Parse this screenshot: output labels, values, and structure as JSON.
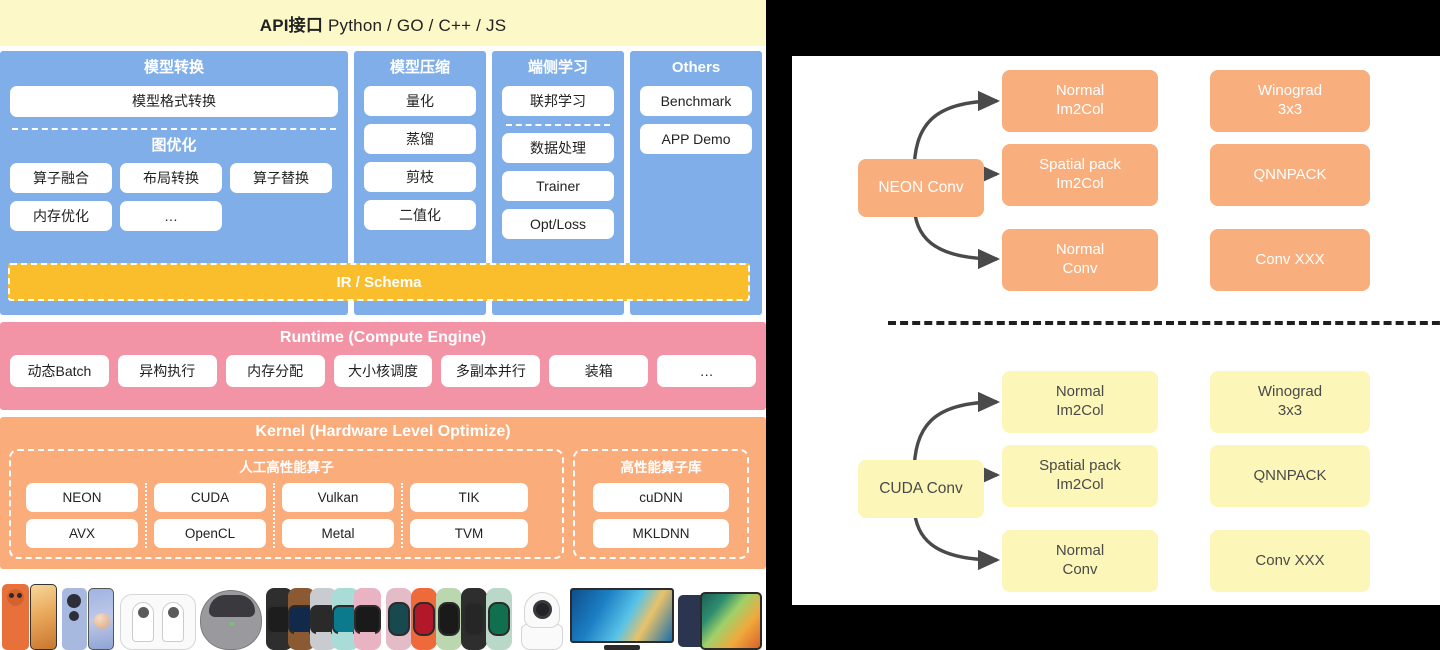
{
  "left": {
    "api_band": {
      "title_bold": "API接口",
      "title_rest": " Python / GO / C++ / JS"
    },
    "columns": [
      {
        "title": "模型转换",
        "primary": "模型格式转换",
        "subtitle": "图优化",
        "items": [
          "算子融合",
          "布局转换",
          "算子替换",
          "内存优化",
          "…"
        ]
      },
      {
        "title": "模型压缩",
        "items": [
          "量化",
          "蒸馏",
          "剪枝",
          "二值化"
        ]
      },
      {
        "title": "端侧学习",
        "first": "联邦学习",
        "items": [
          "数据处理",
          "Trainer",
          "Opt/Loss"
        ]
      },
      {
        "title": "Others",
        "items": [
          "Benchmark",
          "APP Demo"
        ]
      }
    ],
    "ir_bar": "IR / Schema",
    "runtime": {
      "title": "Runtime (Compute Engine)",
      "items": [
        "动态Batch",
        "异构执行",
        "内存分配",
        "大小核调度",
        "多副本并行",
        "装箱",
        "…"
      ]
    },
    "kernel": {
      "title": "Kernel (Hardware Level Optimize)",
      "manual": {
        "title": "人工高性能算子",
        "groups": [
          [
            "NEON",
            "AVX"
          ],
          [
            "CUDA",
            "OpenCL"
          ],
          [
            "Vulkan",
            "Metal"
          ],
          [
            "TIK",
            "TVM"
          ]
        ]
      },
      "library": {
        "title": "高性能算子库",
        "items": [
          "cuDNN",
          "MKLDNN"
        ]
      }
    },
    "devices": [
      "smartphone-orange",
      "smartphone-blue",
      "earbuds-case-open",
      "earbuds-case-round",
      "smartwatch-cluster",
      "fitness-band-cluster",
      "security-camera",
      "smart-tv",
      "tablet"
    ],
    "colors": {
      "api_band": "#FCF8C8",
      "blue": "#7FAEE9",
      "ir": "#FABE2C",
      "runtime": "#F294A5",
      "kernel": "#FAAC7B",
      "box": "#FFFFFF"
    }
  },
  "right": {
    "background": "#000000",
    "card_background": "#FFFFFF",
    "divider": "dashed-horizontal",
    "groups": [
      {
        "id": "neon",
        "source": "NEON Conv",
        "color": "#F9AE7E",
        "text_color": "#FFFFFF",
        "targets": [
          "Normal\nIm2Col",
          "Spatial pack\nIm2Col",
          "Normal\nConv"
        ],
        "extras": [
          "Winograd\n3x3",
          "QNNPACK",
          "Conv XXX"
        ]
      },
      {
        "id": "cuda",
        "source": "CUDA Conv",
        "color": "#FCF6B8",
        "text_color": "#4A4A4A",
        "targets": [
          "Normal\nIm2Col",
          "Spatial pack\nIm2Col",
          "Normal\nConv"
        ],
        "extras": [
          "Winograd\n3x3",
          "QNNPACK",
          "Conv XXX"
        ]
      }
    ],
    "node_labels": {
      "neon_source": "NEON Conv",
      "neon_t1_l1": "Normal",
      "neon_t1_l2": "Im2Col",
      "neon_t2_l1": "Spatial pack",
      "neon_t2_l2": "Im2Col",
      "neon_t3_l1": "Normal",
      "neon_t3_l2": "Conv",
      "neon_e1_l1": "Winograd",
      "neon_e1_l2": "3x3",
      "neon_e2": "QNNPACK",
      "neon_e3": "Conv XXX",
      "cuda_source": "CUDA Conv",
      "cuda_t1_l1": "Normal",
      "cuda_t1_l2": "Im2Col",
      "cuda_t2_l1": "Spatial pack",
      "cuda_t2_l2": "Im2Col",
      "cuda_t3_l1": "Normal",
      "cuda_t3_l2": "Conv",
      "cuda_e1_l1": "Winograd",
      "cuda_e1_l2": "3x3",
      "cuda_e2": "QNNPACK",
      "cuda_e3": "Conv XXX"
    }
  }
}
